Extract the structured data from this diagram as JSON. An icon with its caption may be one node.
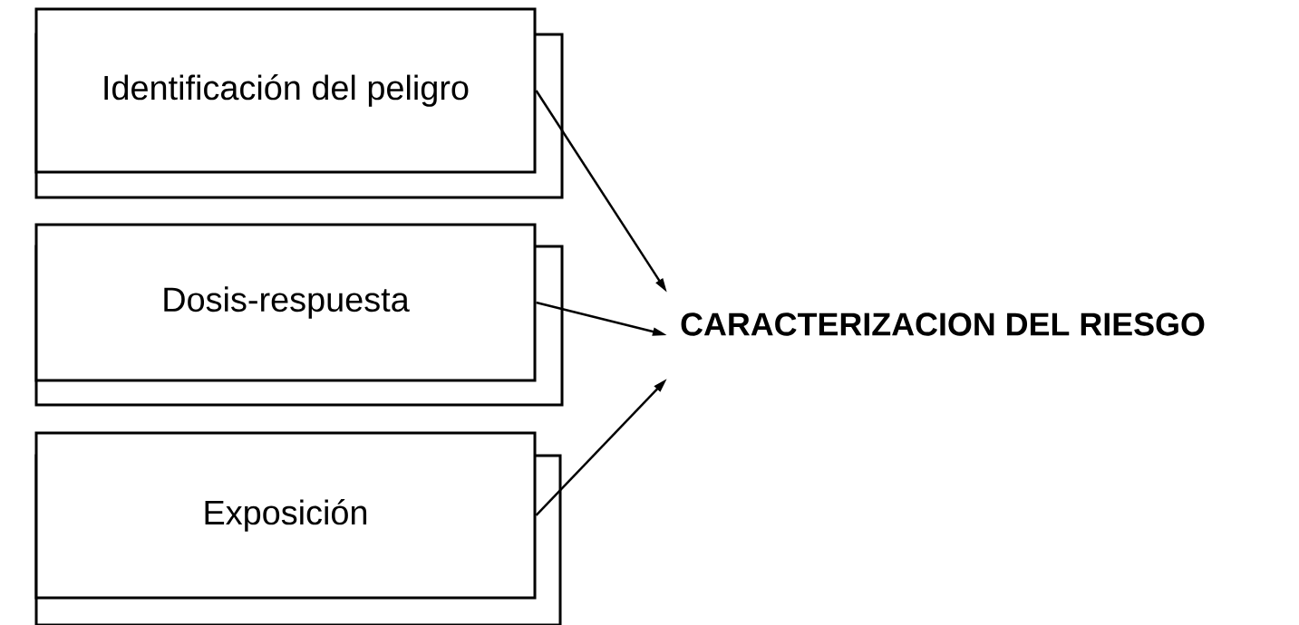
{
  "diagram": {
    "nodes": [
      {
        "text": [
          "Identificación del peligro"
        ]
      },
      {
        "text": [
          "Dosis-respuesta"
        ]
      },
      {
        "text": [
          "Exposición"
        ]
      },
      {
        "text": [
          "CARACTERIZACION DEL RIESGO"
        ]
      }
    ],
    "edges": [
      {
        "from": 0,
        "to": 3,
        "arrow": "to"
      },
      {
        "from": 1,
        "to": 3,
        "arrow": "to"
      },
      {
        "from": 2,
        "to": 3,
        "arrow": "to"
      }
    ]
  }
}
